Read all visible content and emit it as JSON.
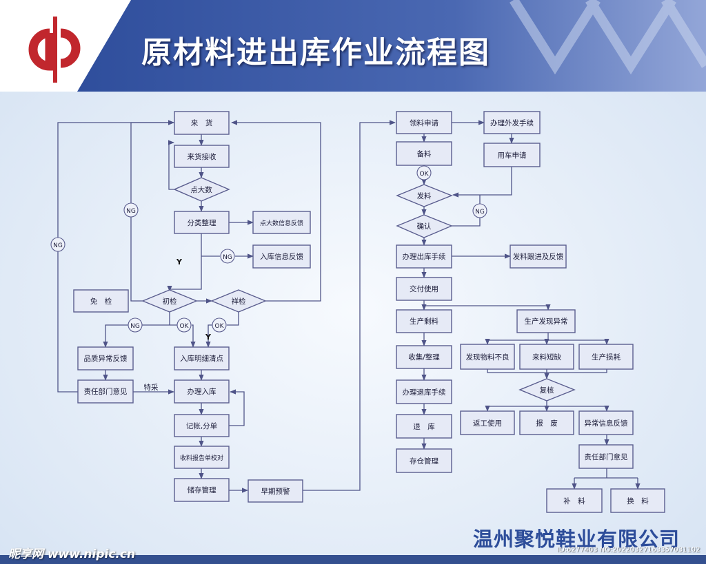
{
  "header": {
    "title": "原材料进出库作业流程图"
  },
  "footer": {
    "company": "温州聚悦鞋业有限公司",
    "watermark_left": "昵享网 www.nipic.cn",
    "watermark_right": "ID:6277403 NO:20220327163357031102"
  },
  "colors": {
    "header_blue": "#3c5aa6",
    "box_fill": "#e6eaf6",
    "box_stroke": "#5b5e8f",
    "logo_red": "#c1272d",
    "company_text": "#2d4d9a"
  },
  "flow": {
    "receive": "来　货",
    "receiving_check": "来货接收",
    "count_bulk": "点大数",
    "sorting": "分类整理",
    "count_feedback": "点大数信息反馈",
    "entry_feedback": "入库信息反馈",
    "exempt": "免　检",
    "first_inspect": "初检",
    "sample_inspect": "祥检",
    "quality_feedback": "品质异常反馈",
    "entry_detail": "入库明细清点",
    "dept_opinion": "责任部门意见",
    "special_purchase": "特采",
    "do_entry": "办理入库",
    "bookkeeping": "记帐,分单",
    "report_check": "收料报告单校对",
    "storage": "储存管理",
    "early_warning": "早期预警",
    "apply": "领料申请",
    "outsource": "办理外发手续",
    "prepare": "备料",
    "vehicle": "用车申请",
    "issue": "发料",
    "confirm": "确认",
    "exit_proc": "办理出库手续",
    "issue_feedback": "发料跟进及反馈",
    "deliver": "交付使用",
    "leftover": "生产剩料",
    "prod_abnormal": "生产发现异常",
    "collect": "收集/整理",
    "defect": "发现物料不良",
    "shortage": "来料短缺",
    "loss": "生产损耗",
    "return_proc": "办理退库手续",
    "review": "复核",
    "return_store": "退　库",
    "rework": "返工使用",
    "scrap": "报　废",
    "abnormal_feedback": "异常信息反馈",
    "storage_mgmt": "存仓管理",
    "dept_opinion2": "责任部门意见",
    "replenish": "补　料",
    "exchange": "换　料"
  },
  "marks": {
    "ng": "NG",
    "ok": "OK",
    "y": "Y"
  }
}
